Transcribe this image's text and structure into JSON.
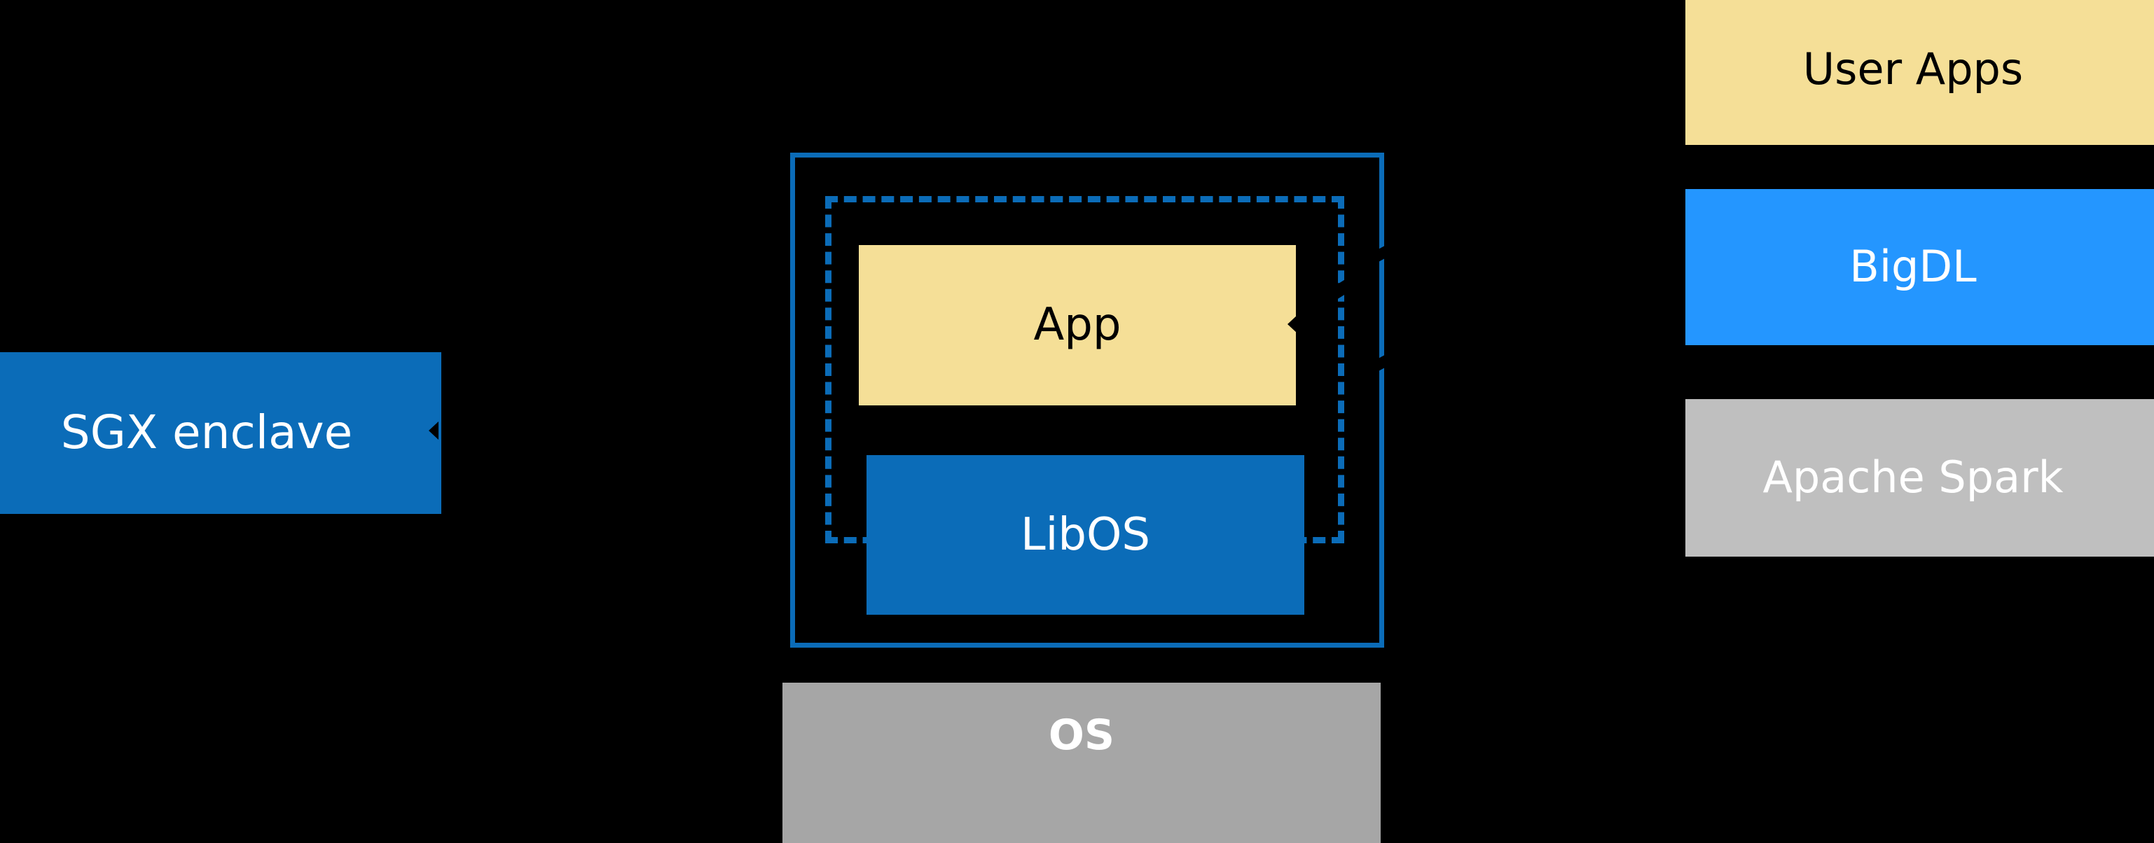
{
  "diagram": {
    "background_color": "#000000",
    "palette": {
      "yellow": "#F5DF97",
      "dark_blue": "#0B6CB8",
      "bright_blue": "#2496FF",
      "grey_light": "#BFBFBF",
      "grey_mid": "#A6A6A6",
      "white": "#FFFFFF",
      "black": "#000000"
    },
    "nodes": {
      "sgx_enclave": {
        "label": "SGX enclave",
        "fill": "#0B6CB8",
        "text_color": "#FFFFFF"
      },
      "app": {
        "label": "App",
        "fill": "#F5DF97",
        "text_color": "#000000"
      },
      "libos": {
        "label": "LibOS",
        "fill": "#0B6CB8",
        "text_color": "#FFFFFF"
      },
      "os": {
        "label": "OS",
        "fill": "#A6A6A6",
        "text_color": "#FFFFFF"
      },
      "user_apps": {
        "label": "User Apps",
        "fill": "#F5DF97",
        "text_color": "#000000"
      },
      "bigdl": {
        "label": "BigDL",
        "fill": "#2496FF",
        "text_color": "#FFFFFF"
      },
      "apache_spark": {
        "label": "Apache Spark",
        "fill": "#BFBFBF",
        "text_color": "#FFFFFF"
      }
    },
    "frames": {
      "enclave_frame": {
        "style": "solid",
        "stroke": "#0B6CB8"
      },
      "libos_boundary_frame": {
        "style": "dashed",
        "stroke": "#0B6CB8"
      }
    }
  }
}
